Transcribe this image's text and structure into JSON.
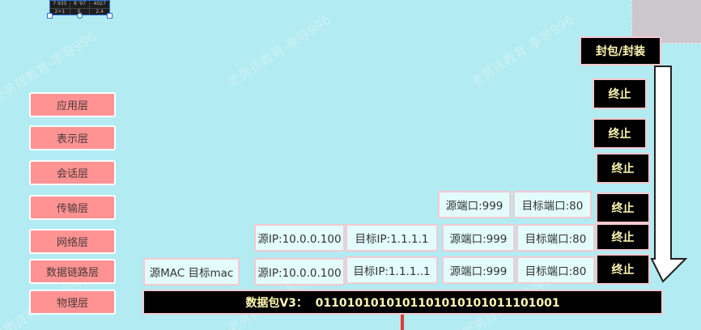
{
  "osi_layers": [
    "应用层",
    "表示层",
    "会话层",
    "传输层",
    "网络层",
    "数据链路层",
    "物理层"
  ],
  "header_button": "封包/封装",
  "stop_label": "终止",
  "row_transport": {
    "src_port": "源端口:999",
    "dst_port": "目标端口:80"
  },
  "row_network": {
    "src_ip": "源IP:10.0.0.100",
    "dst_ip": "目标IP:1.1.1.1",
    "src_port": "源端口:999",
    "dst_port": "目标端口:80"
  },
  "row_link": {
    "mac": "源MAC 目标mac",
    "src_ip": "源IP:10.0.0.100",
    "dst_ip": "目标IP:1.1.1..1",
    "src_port": "源端口:999",
    "dst_port": "目标端口:80"
  },
  "packet": "数据包V3：  0110101010101101010101011101001",
  "watermark": "老男孩教育-李导996",
  "thumbnail_text": {
    "a": "7 935",
    "b": "8 '97",
    "c": "4027",
    "d": "2+1",
    "e": "0,   ",
    "f": "2.4"
  },
  "colors": {
    "background": "#b2ebf2",
    "layer_fill": "#ff9393",
    "block_fill": "#000000",
    "block_text": "#fff7b0",
    "arrow_line": "#e53935"
  }
}
